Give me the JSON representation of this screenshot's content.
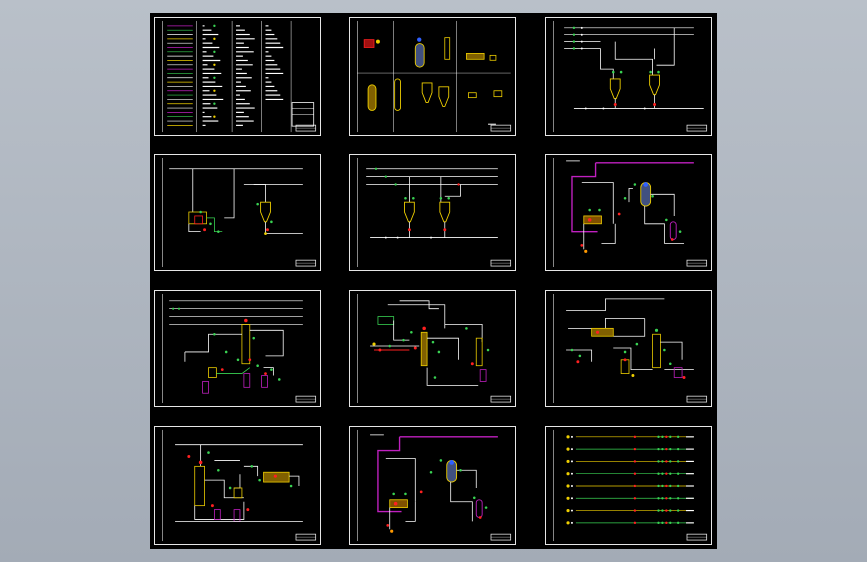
{
  "viewport": {
    "background": "#aab2bd",
    "model_space_background": "#000000"
  },
  "colors": {
    "frame": "#e6e6e6",
    "line": "#ffffff",
    "green": "#39d353",
    "yellow": "#f0d000",
    "orange": "#ff9900",
    "red": "#ff2020",
    "magenta": "#c020c0",
    "blue": "#3060ff",
    "cyan": "#30d0e0"
  },
  "sheets": [
    {
      "id": "legend",
      "kind": "legend-table"
    },
    {
      "id": "equipment",
      "kind": "equipment-symbols"
    },
    {
      "id": "pid-1",
      "kind": "pid-two-cyclones"
    },
    {
      "id": "pid-2",
      "kind": "pid-dryer"
    },
    {
      "id": "pid-3",
      "kind": "pid-two-cyclones-b"
    },
    {
      "id": "pid-4",
      "kind": "pid-reactor"
    },
    {
      "id": "pid-5",
      "kind": "pid-column"
    },
    {
      "id": "pid-6",
      "kind": "pid-exchangers"
    },
    {
      "id": "pid-7",
      "kind": "pid-heater"
    },
    {
      "id": "pid-8",
      "kind": "pid-evaporator"
    },
    {
      "id": "pid-9",
      "kind": "pid-reactor-b"
    },
    {
      "id": "pid-10",
      "kind": "pid-pump-rack"
    }
  ]
}
